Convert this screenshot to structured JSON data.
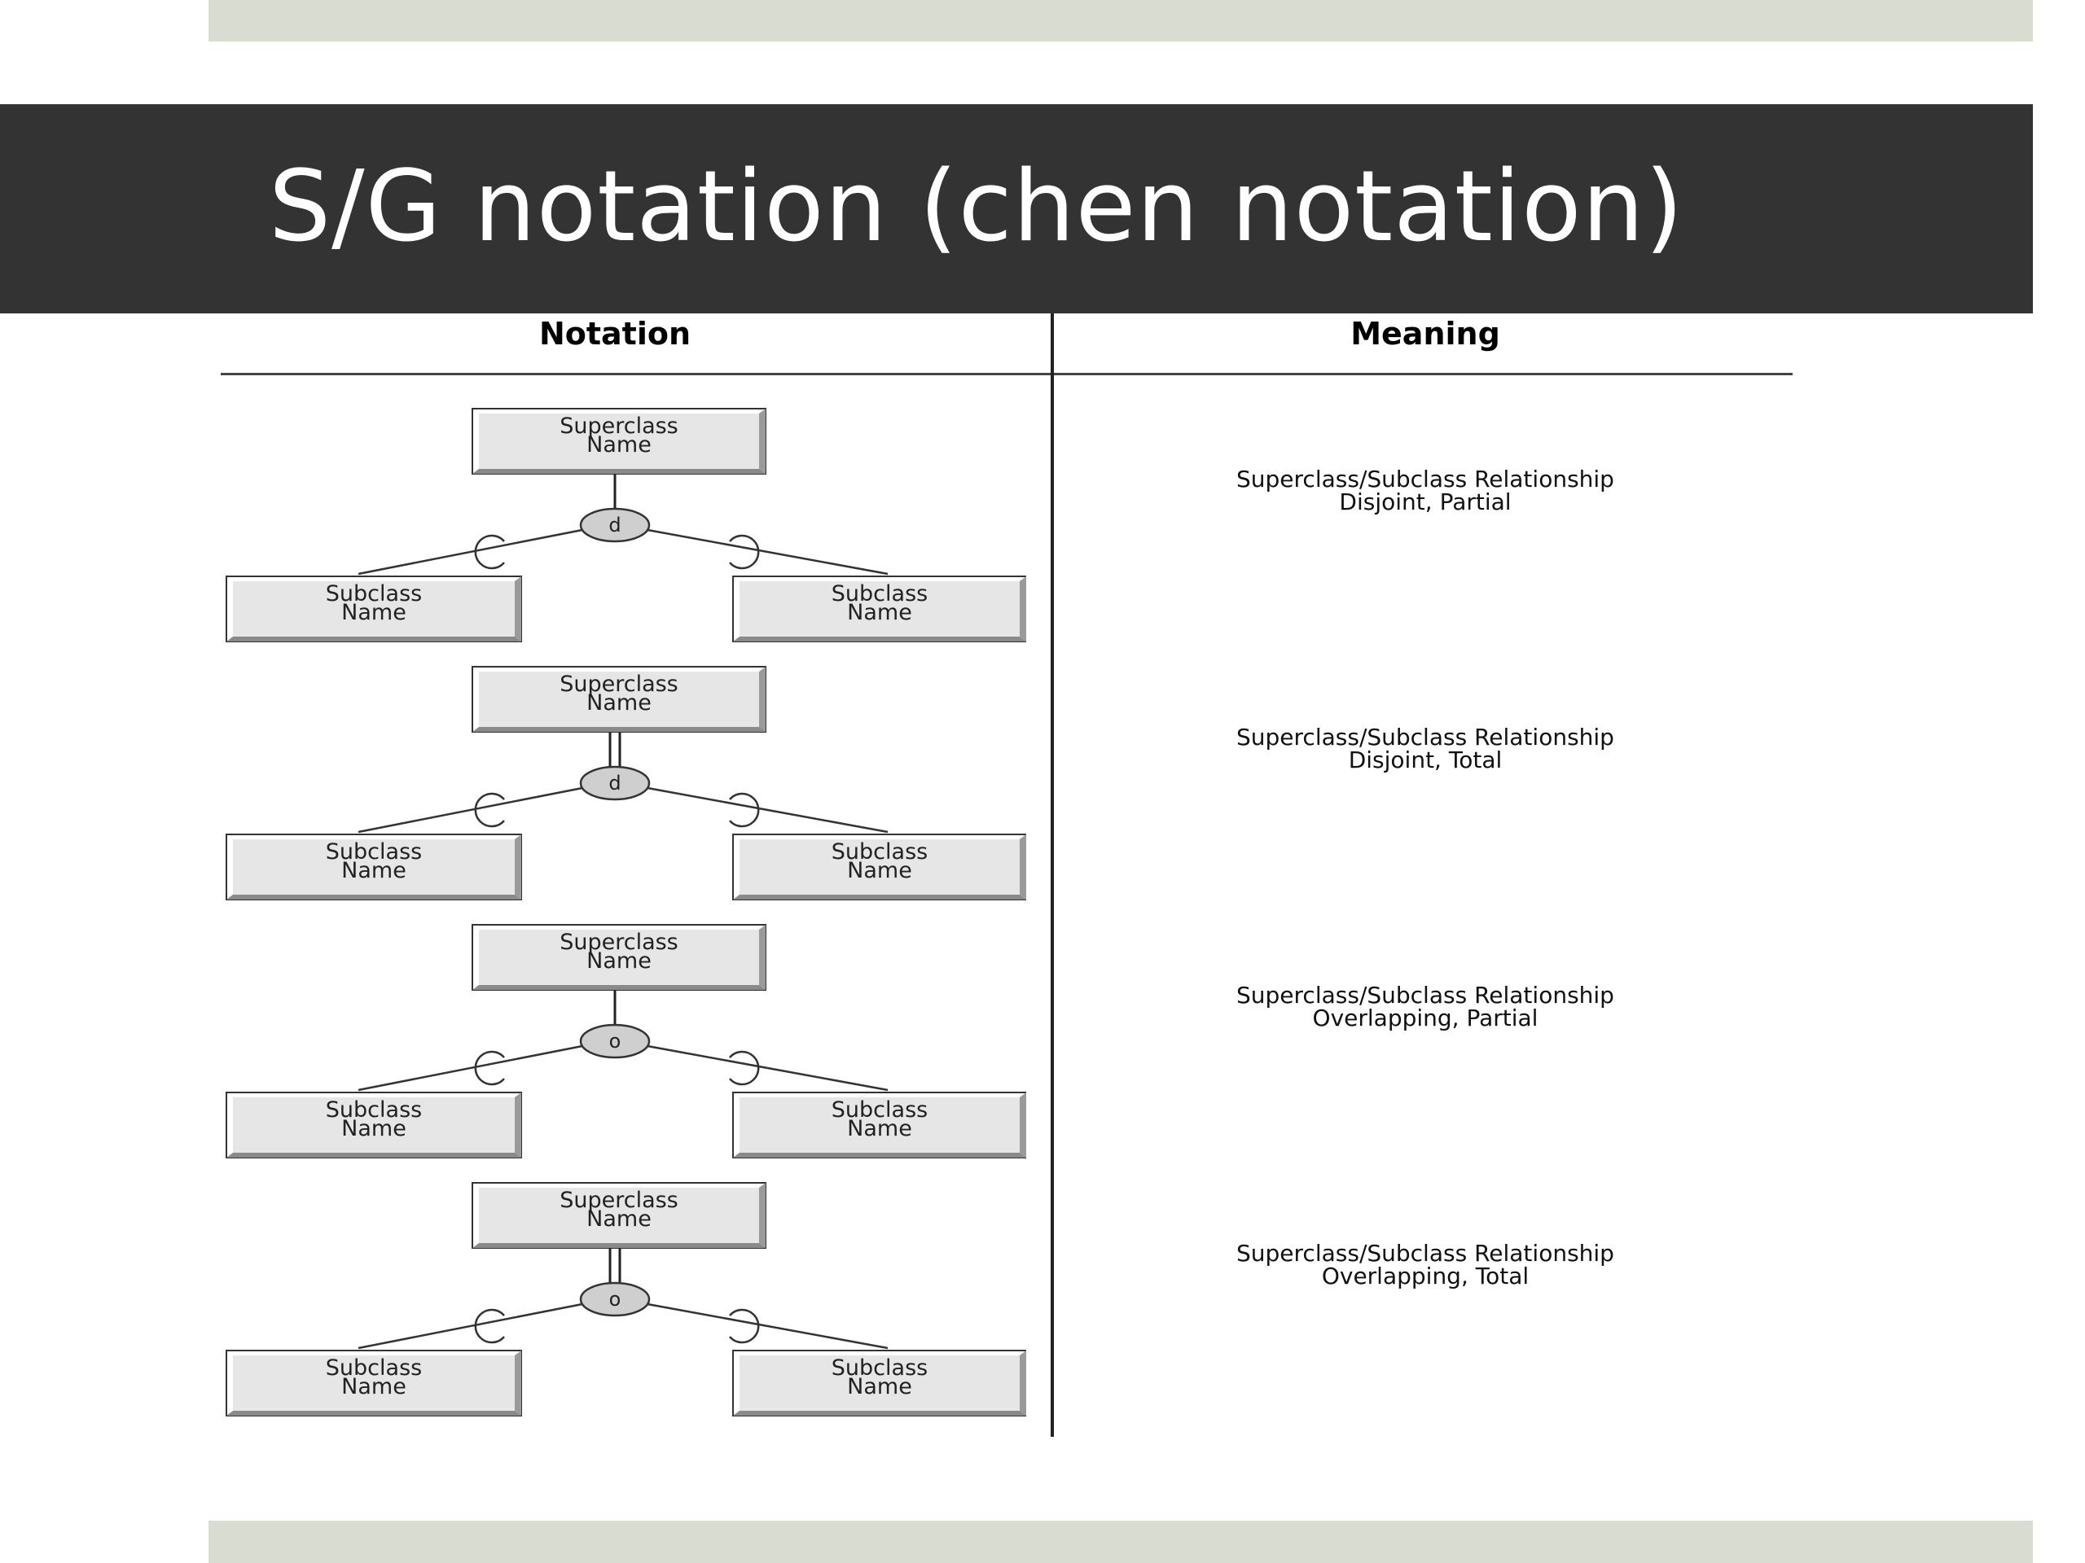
{
  "slide": {
    "title": "S/G notation (chen notation)"
  },
  "table": {
    "headers": {
      "notation": "Notation",
      "meaning": "Meaning"
    },
    "rows": [
      {
        "superclass": [
          "Superclass",
          "Name"
        ],
        "subclass_left": [
          "Subclass",
          "Name"
        ],
        "subclass_right": [
          "Subclass",
          "Name"
        ],
        "circle_symbol": "d",
        "participation": "partial",
        "meaning_line1": "Superclass/Subclass Relationship",
        "meaning_line2": "Disjoint, Partial"
      },
      {
        "superclass": [
          "Superclass",
          "Name"
        ],
        "subclass_left": [
          "Subclass",
          "Name"
        ],
        "subclass_right": [
          "Subclass",
          "Name"
        ],
        "circle_symbol": "d",
        "participation": "total",
        "meaning_line1": "Superclass/Subclass Relationship",
        "meaning_line2": "Disjoint, Total"
      },
      {
        "superclass": [
          "Superclass",
          "Name"
        ],
        "subclass_left": [
          "Subclass",
          "Name"
        ],
        "subclass_right": [
          "Subclass",
          "Name"
        ],
        "circle_symbol": "o",
        "participation": "partial",
        "meaning_line1": "Superclass/Subclass Relationship",
        "meaning_line2": "Overlapping, Partial"
      },
      {
        "superclass": [
          "Superclass",
          "Name"
        ],
        "subclass_left": [
          "Subclass",
          "Name"
        ],
        "subclass_right": [
          "Subclass",
          "Name"
        ],
        "circle_symbol": "o",
        "participation": "total",
        "meaning_line1": "Superclass/Subclass Relationship",
        "meaning_line2": "Overlapping, Total"
      }
    ]
  },
  "colors": {
    "title_band": "#333333",
    "accent_bars": "#d8dcd1",
    "box_fill": "#e6e6e6",
    "circle_fill": "#cfcfcf"
  }
}
